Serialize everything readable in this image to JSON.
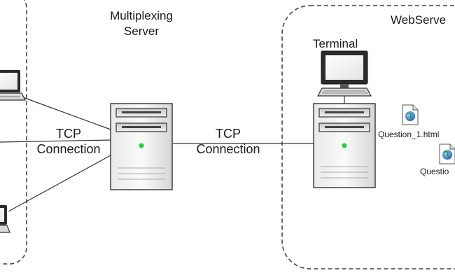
{
  "multiplexing_server": {
    "label_line1": "Multiplexing",
    "label_line2": "Server"
  },
  "left_connection": {
    "label_line1": "TCP",
    "label_line2": "Connection"
  },
  "right_connection": {
    "label_line1": "TCP",
    "label_line2": "Connection"
  },
  "webserver_group": {
    "title": "WebServe"
  },
  "terminal": {
    "label": "Terminal"
  },
  "files": [
    {
      "name": "Question_1.html",
      "icon": "web-file-icon"
    },
    {
      "name": "Questio",
      "icon": "web-file-icon"
    }
  ],
  "colors": {
    "status_led": "#22cc44",
    "outline": "#333333",
    "dashed_border": "#444444"
  }
}
